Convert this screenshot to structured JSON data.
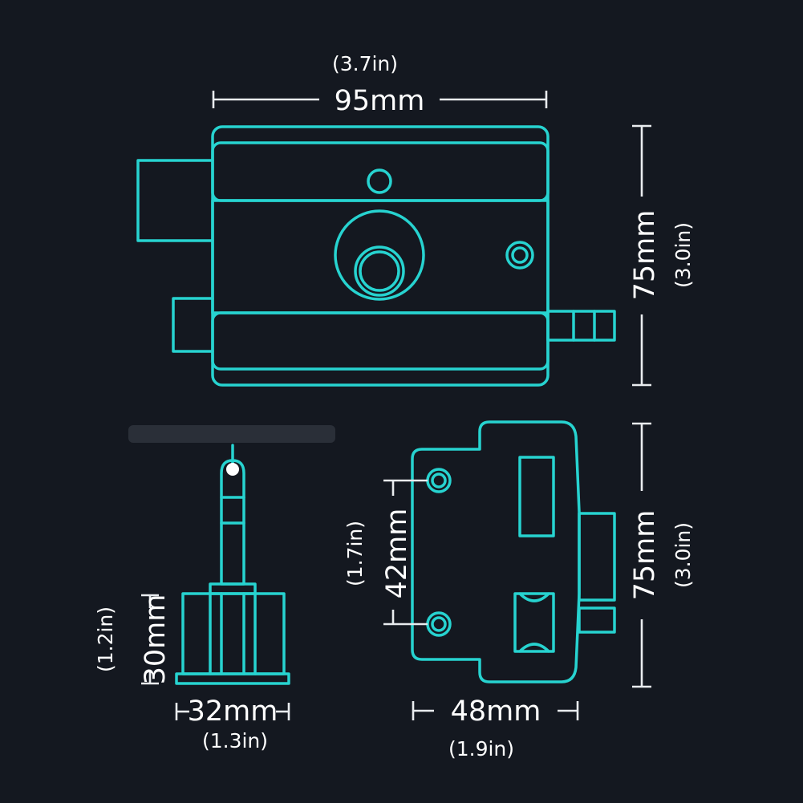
{
  "dimensions": {
    "top_width": {
      "value": "95mm",
      "imperial": "(3.7in)"
    },
    "top_height": {
      "value": "75mm",
      "imperial": "(3.0in)"
    },
    "key_height": {
      "value": "30mm",
      "imperial": "(1.2in)"
    },
    "key_width": {
      "value": "32mm",
      "imperial": "(1.3in)"
    },
    "side_hole_pitch": {
      "value": "42mm",
      "imperial": "(1.7in)"
    },
    "side_height": {
      "value": "75mm",
      "imperial": "(3.0in)"
    },
    "side_width": {
      "value": "48mm",
      "imperial": "(1.9in)"
    }
  },
  "colors": {
    "background": "#141820",
    "outline": "#27d3d0",
    "dimension_line": "#e9ecef",
    "label": "#ffffff"
  }
}
